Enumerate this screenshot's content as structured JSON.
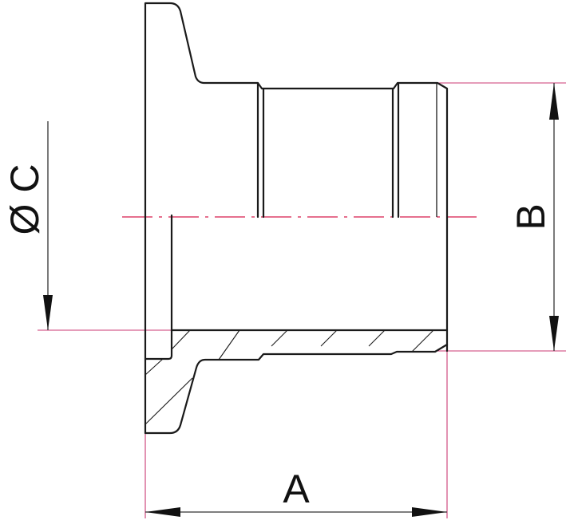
{
  "drawing": {
    "type": "technical-section-view",
    "subject": "flanged weld stub / hose adapter (half section)",
    "colors": {
      "outline": "#1a1a1a",
      "extension_lines": "#c2185b",
      "center_line": "#d81b4a",
      "background": "#ffffff"
    }
  },
  "dimensions": {
    "A": {
      "label": "A",
      "orientation": "horizontal",
      "meaning": "overall length"
    },
    "B": {
      "label": "B",
      "orientation": "vertical",
      "meaning": "outer diameter / half-height to axis"
    },
    "C": {
      "label": "Ø C",
      "orientation": "vertical",
      "meaning": "inner diameter"
    }
  }
}
